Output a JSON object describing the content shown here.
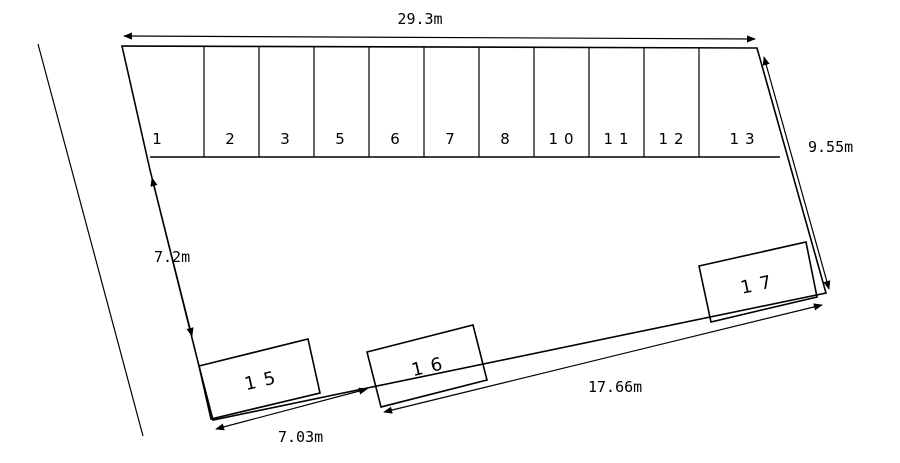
{
  "dimensions": {
    "top_width": "29.3m",
    "right_depth": "9.55m",
    "aisle_width": "7.2m",
    "bottom_left": "7.03m",
    "bottom_right": "17.66m"
  },
  "top_row_spaces": [
    "1",
    "2",
    "3",
    "5",
    "6",
    "7",
    "8",
    "10",
    "11",
    "12",
    "13"
  ],
  "bottom_spaces": {
    "s15": "15",
    "s16": "16",
    "s17": "17"
  },
  "colors": {
    "line": "#000000",
    "background": "#ffffff"
  }
}
